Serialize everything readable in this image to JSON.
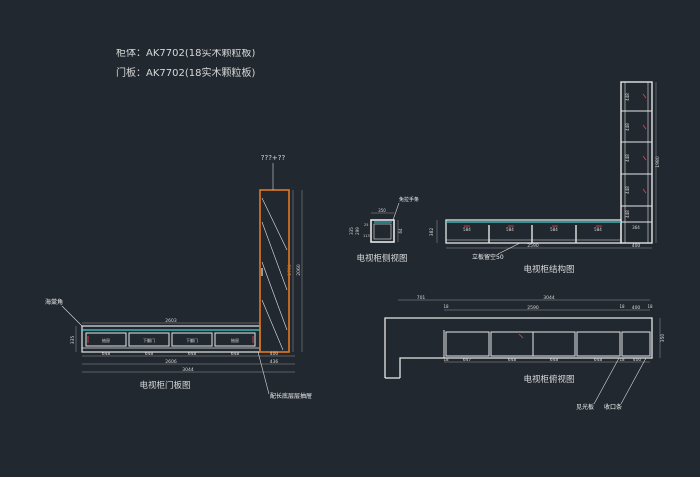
{
  "header": {
    "line1": "柜体：AK7702(18实木颗粒板)",
    "line2": "门板：AK7702(18实木颗粒板)"
  },
  "front_view": {
    "caption": "电视柜门板图",
    "tall_label": "???+??",
    "corner_label": "海棠角",
    "bottom_note": "配长底层层抽屉",
    "dims": {
      "top_overall": "2603",
      "left_height": "335",
      "segment": "648",
      "bottom_run": "2606",
      "right_width": "400",
      "tall_right_width": "436",
      "overall": "3044",
      "tall_height": "1790",
      "tall_height_outer": "2060"
    },
    "door_labels": [
      "抽屉",
      "下翻门",
      "下翻门",
      "抽屉"
    ]
  },
  "side_view": {
    "caption": "电视柜侧视图",
    "handle_label": "免拉手条",
    "dims": {
      "top": "350",
      "h_outer": "335",
      "h_inner": "299",
      "left": "25",
      "right": "64",
      "mid": "113"
    }
  },
  "structure_view": {
    "caption": "电视柜结构图",
    "gap_label": "立板留空50",
    "dims": {
      "left_height": "382",
      "cells": [
        "584",
        "584",
        "584",
        "584"
      ],
      "run": "2590",
      "right": "400",
      "end_mark": "364",
      "tall_height": "1980",
      "shelf_heights": [
        "448",
        "448",
        "448",
        "448",
        "448"
      ]
    }
  },
  "plan_view": {
    "caption": "电视柜俯视图",
    "bottom_labels": [
      "见光板",
      "收口条"
    ],
    "dims": {
      "left_offset": "701",
      "overall": "3044",
      "top_left": "18",
      "run": "2590",
      "mid_18": "18",
      "right": "400",
      "right_18": "18",
      "cells": [
        "647",
        "648",
        "648",
        "648"
      ],
      "bottom_left": "18",
      "bottom_right": "18",
      "bottom_right_w": "400",
      "depth": "350"
    }
  },
  "colors": {
    "background": "#212830",
    "line": "#e6e6e6",
    "dimension": "#9a9a9a",
    "cyan": "#3cd2d2",
    "orange": "#e0781e",
    "red": "#e84444",
    "text": "#d8d8d8"
  }
}
